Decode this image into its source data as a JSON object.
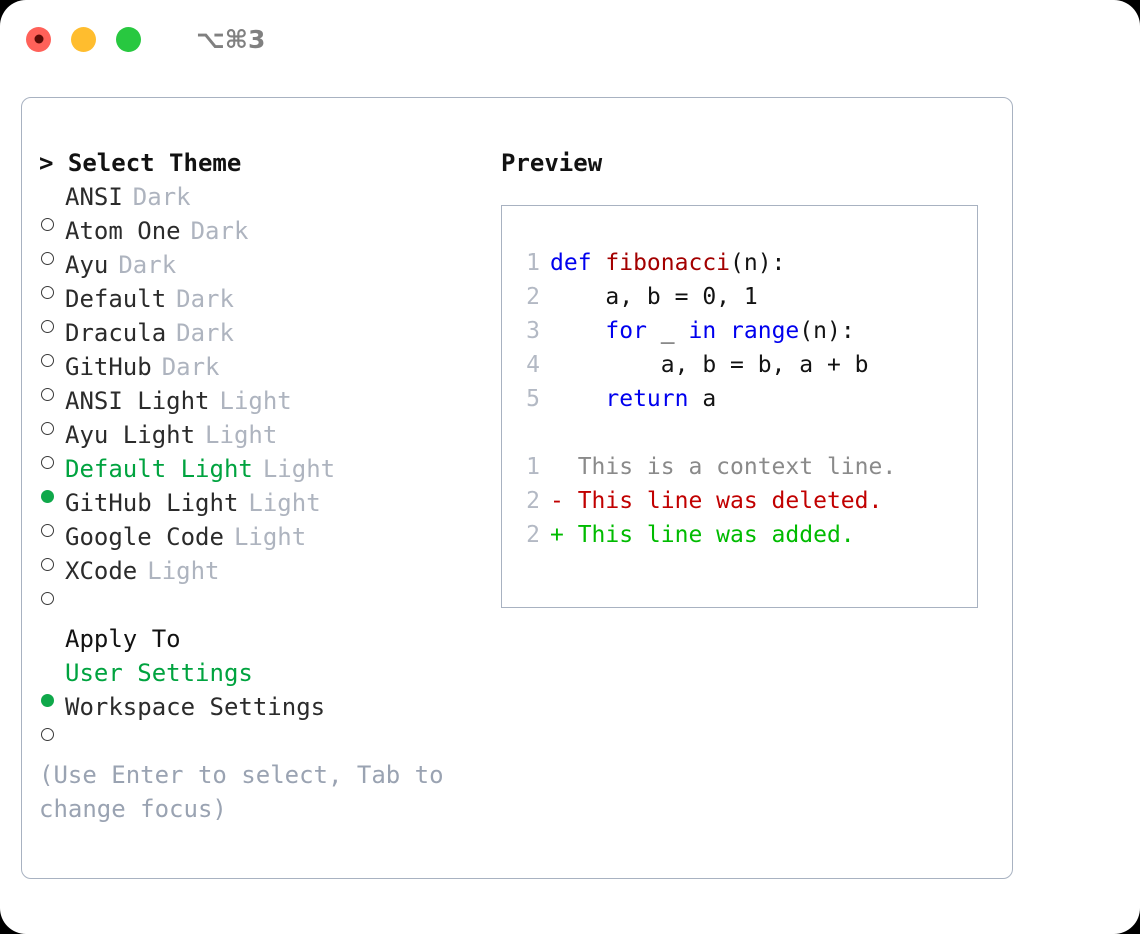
{
  "titlebar": {
    "traffic_lights": [
      "close-red",
      "minimize-yellow",
      "maximize-green"
    ],
    "shortcut": "⌥⌘3"
  },
  "theme_picker": {
    "header": "> Select Theme",
    "items": [
      {
        "marker": "ring",
        "name": "ANSI",
        "suffix": "Dark",
        "selected": false
      },
      {
        "marker": "ring",
        "name": "Atom One",
        "suffix": "Dark",
        "selected": false
      },
      {
        "marker": "ring",
        "name": "Ayu",
        "suffix": "Dark",
        "selected": false
      },
      {
        "marker": "ring",
        "name": "Default",
        "suffix": "Dark",
        "selected": false
      },
      {
        "marker": "ring",
        "name": "Dracula",
        "suffix": "Dark",
        "selected": false
      },
      {
        "marker": "ring",
        "name": "GitHub",
        "suffix": "Dark",
        "selected": false
      },
      {
        "marker": "ring",
        "name": "ANSI Light",
        "suffix": "Light",
        "selected": false
      },
      {
        "marker": "ring",
        "name": "Ayu Light",
        "suffix": "Light",
        "selected": false
      },
      {
        "marker": "dot",
        "name": "Default Light",
        "suffix": "Light",
        "selected": true
      },
      {
        "marker": "ring",
        "name": "GitHub Light",
        "suffix": "Light",
        "selected": false
      },
      {
        "marker": "ring",
        "name": "Google Code",
        "suffix": "Light",
        "selected": false
      },
      {
        "marker": "ring",
        "name": "XCode",
        "suffix": "Light",
        "selected": false
      }
    ]
  },
  "apply_to": {
    "header": "Apply To",
    "items": [
      {
        "marker": "dot",
        "name": "User Settings",
        "selected": true
      },
      {
        "marker": "ring",
        "name": "Workspace Settings",
        "selected": false
      }
    ]
  },
  "hint": "(Use Enter to select, Tab to change focus)",
  "preview": {
    "title": "Preview",
    "code_lines": [
      {
        "num": "1",
        "tokens": [
          {
            "t": "def ",
            "c": "kw"
          },
          {
            "t": "fibonacci",
            "c": "fn"
          },
          {
            "t": "(n):",
            "c": "plain"
          }
        ]
      },
      {
        "num": "2",
        "tokens": [
          {
            "t": "    a, b = 0, 1",
            "c": "plain"
          }
        ]
      },
      {
        "num": "3",
        "tokens": [
          {
            "t": "    ",
            "c": "plain"
          },
          {
            "t": "for",
            "c": "kw"
          },
          {
            "t": " _ ",
            "c": "plain"
          },
          {
            "t": "in",
            "c": "kw"
          },
          {
            "t": " ",
            "c": "plain"
          },
          {
            "t": "range",
            "c": "kw"
          },
          {
            "t": "(n):",
            "c": "plain"
          }
        ]
      },
      {
        "num": "4",
        "tokens": [
          {
            "t": "        a, b = b, a + b",
            "c": "plain"
          }
        ]
      },
      {
        "num": "5",
        "tokens": [
          {
            "t": "    ",
            "c": "plain"
          },
          {
            "t": "return",
            "c": "kw"
          },
          {
            "t": " a",
            "c": "plain"
          }
        ]
      }
    ],
    "diff_lines": [
      {
        "num": "1",
        "text": "  This is a context line.",
        "kind": "ctx"
      },
      {
        "num": "2",
        "text": "- This line was deleted.",
        "kind": "del"
      },
      {
        "num": "2",
        "text": "+ This line was added.",
        "kind": "add"
      }
    ]
  },
  "colors": {
    "accent_green": "#00a33f",
    "marker_green": "#0fa84a",
    "muted": "#aeb4bf",
    "hint": "#9aa3b2",
    "border": "#a8b2c1",
    "keyword_blue": "#0000ee",
    "function_red": "#a30000",
    "diff_add": "#00bb00",
    "diff_del": "#c10000",
    "diff_ctx": "#8a8a8a",
    "shortcut_grey": "#808080",
    "dot_red": "#ff6159",
    "dot_yellow": "#ffbd2e",
    "dot_green": "#28c840"
  }
}
